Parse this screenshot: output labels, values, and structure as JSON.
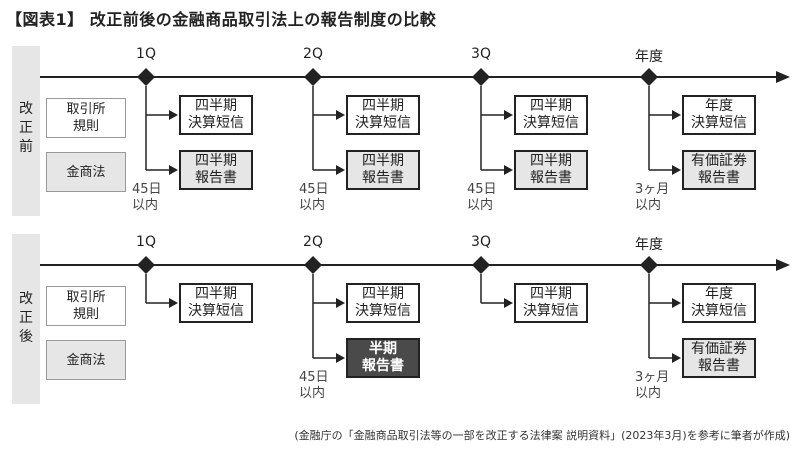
{
  "title": "【図表1】 改正前後の金融商品取引法上の報告制度の比較",
  "before": {
    "label": "改\n正\n前",
    "rules": [
      "取引所\n規則",
      "金商法"
    ],
    "quarters": [
      {
        "q": "1Q",
        "top": "四半期\n決算短信",
        "bottom": "四半期\n報告書",
        "deadline": "45日\n以内"
      },
      {
        "q": "2Q",
        "top": "四半期\n決算短信",
        "bottom": "四半期\n報告書",
        "deadline": "45日\n以内"
      },
      {
        "q": "3Q",
        "top": "四半期\n決算短信",
        "bottom": "四半期\n報告書",
        "deadline": "45日\n以内"
      },
      {
        "q": "年度",
        "top": "年度\n決算短信",
        "bottom": "有価証券\n報告書",
        "deadline": "3ヶ月\n以内"
      }
    ]
  },
  "after": {
    "label": "改\n正\n後",
    "rules": [
      "取引所\n規則",
      "金商法"
    ],
    "quarters": [
      {
        "q": "1Q",
        "top": "四半期\n決算短信",
        "bottom": "",
        "deadline": ""
      },
      {
        "q": "2Q",
        "top": "四半期\n決算短信",
        "bottom": "半期\n報告書",
        "deadline": "45日\n以内"
      },
      {
        "q": "3Q",
        "top": "四半期\n決算短信",
        "bottom": "",
        "deadline": ""
      },
      {
        "q": "年度",
        "top": "年度\n決算短信",
        "bottom": "有価証券\n報告書",
        "deadline": "3ヶ月\n以内"
      }
    ]
  },
  "source": "(金融庁の「金融商品取引法等の一部を改正する法律案 説明資料」(2023年3月)を参考に筆者が作成)"
}
